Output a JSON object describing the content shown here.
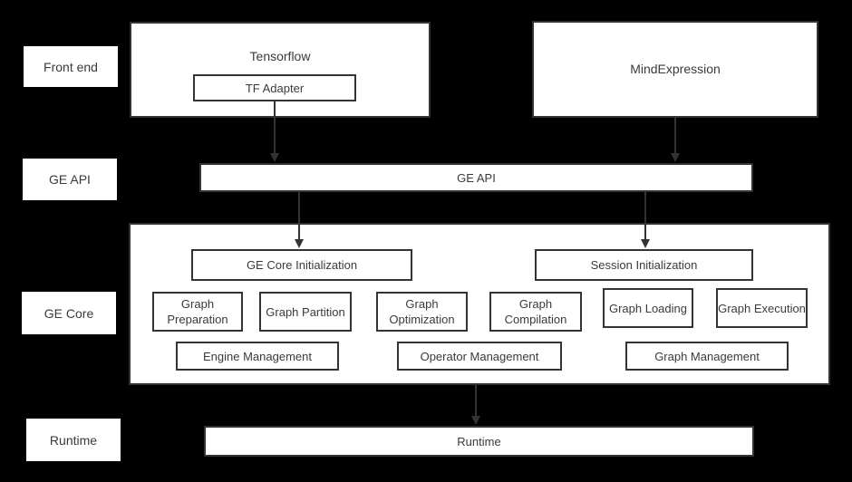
{
  "diagram": {
    "row_labels": {
      "front_end": "Front end",
      "ge_api": "GE API",
      "ge_core": "GE Core",
      "runtime": "Runtime"
    },
    "front_end": {
      "tensorflow": "Tensorflow",
      "tf_adapter": "TF Adapter",
      "mindexpression": "MindExpression"
    },
    "ge_api_bar": "GE API",
    "ge_core": {
      "ge_core_initialization": "GE Core Initialization",
      "session_initialization": "Session Initialization",
      "modules": [
        "Graph Preparation",
        "Graph Partition",
        "Graph Optimization",
        "Graph Compilation",
        "Graph Loading",
        "Graph Execution"
      ],
      "management": [
        "Engine Management",
        "Operator Management",
        "Graph Management"
      ]
    },
    "runtime_bar": "Runtime",
    "colors": {
      "background": "#000000",
      "box_fill": "#ffffff",
      "box_border": "#333333",
      "text": "#3a3a3a",
      "arrow": "#333333"
    }
  }
}
